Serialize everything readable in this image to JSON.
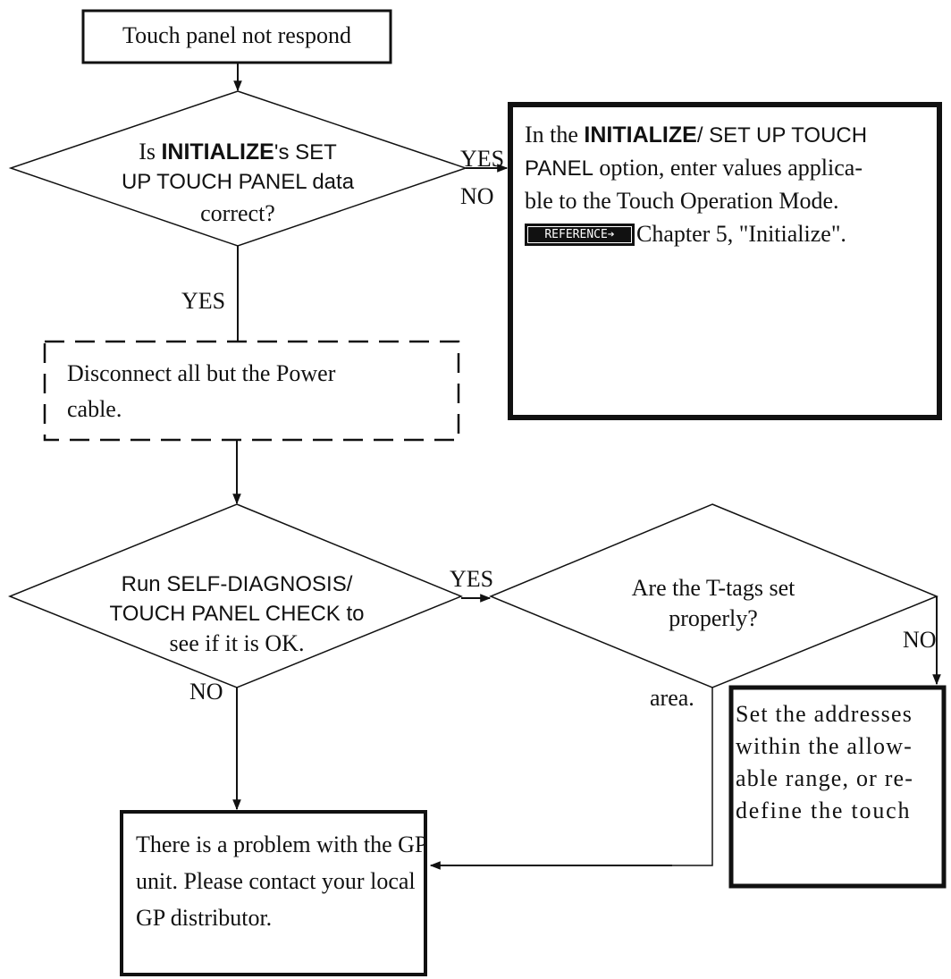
{
  "nodes": {
    "start": {
      "text": "Touch panel not respond"
    },
    "check_initialize": {
      "l1_a": "Is ",
      "l1_b": "INITIALIZE",
      "l1_c": "'s SET",
      "l2": "UP TOUCH PANEL data",
      "l3": "correct?"
    },
    "fix_initialize": {
      "l1_a": "In the ",
      "l1_b": "INITIALIZE",
      "l1_c": "/ SET UP TOUCH",
      "l2_a": "PANEL",
      "l2_b": " option, enter values applica-",
      "l3": "ble to the  Touch Operation Mode.",
      "ref_label": "REFERENCE➔",
      "l4": " Chapter 5, \"Initialize\"."
    },
    "disconnect": {
      "l1": "Disconnect all but the Power",
      "l2": "cable."
    },
    "self_diag": {
      "l1": "Run SELF-DIAGNOSIS/",
      "l2": "TOUCH PANEL CHECK to",
      "l3": "see if it is OK."
    },
    "ttags": {
      "l1": "Are the T-tags set",
      "l2": "properly?"
    },
    "set_addresses": {
      "l1": "Set the addresses",
      "l2": "within the allow-",
      "l3": "able range, or re-",
      "l4": "define the touch"
    },
    "problem": {
      "l1": "There is a problem with the GP",
      "l2": "unit.  Please contact your local",
      "l3": "GP distributor."
    }
  },
  "labels": {
    "yes_1": "YES",
    "no_1": "NO",
    "yes_2": "YES",
    "yes_3": "YES",
    "no_2": "NO",
    "no_3": "NO",
    "area": "area."
  },
  "colors": {
    "ink": "#111111",
    "background": "#ffffff"
  }
}
